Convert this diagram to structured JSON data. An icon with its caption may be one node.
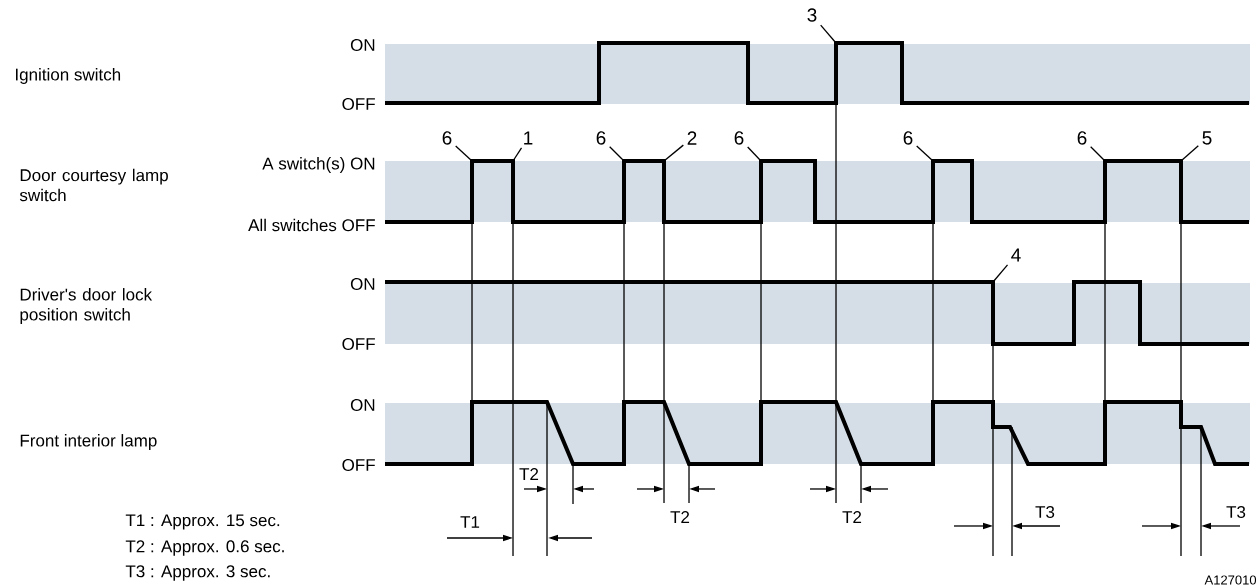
{
  "diagram": {
    "nodes": [
      {
        "text": [
          "3"
        ]
      },
      {
        "text": [
          "6"
        ]
      },
      {
        "text": [
          "1"
        ]
      },
      {
        "text": [
          "6"
        ]
      },
      {
        "text": [
          "2"
        ]
      },
      {
        "text": [
          "6"
        ]
      },
      {
        "text": [
          "6"
        ]
      },
      {
        "text": [
          "6"
        ]
      },
      {
        "text": [
          "5"
        ]
      },
      {
        "text": [
          "4"
        ]
      }
    ],
    "edges": [
      {
        "from": 0,
        "to": null,
        "arrow": "none"
      },
      {
        "from": 1,
        "to": null,
        "arrow": "none"
      },
      {
        "from": 2,
        "to": null,
        "arrow": "none"
      },
      {
        "from": 3,
        "to": null,
        "arrow": "none"
      },
      {
        "from": 4,
        "to": null,
        "arrow": "none"
      },
      {
        "from": 5,
        "to": null,
        "arrow": "none"
      },
      {
        "from": 6,
        "to": null,
        "arrow": "none"
      },
      {
        "from": 7,
        "to": null,
        "arrow": "none"
      },
      {
        "from": 8,
        "to": null,
        "arrow": "none"
      },
      {
        "from": 9,
        "to": null,
        "arrow": "none"
      }
    ],
    "labels": [
      "ON",
      "Ignition switch",
      "OFF",
      "A switch(s) ON",
      "Door courtesy lamp switch",
      "All switches OFF",
      "ON",
      "Driver's door lock position switch",
      "OFF",
      "ON",
      "Front interior lamp",
      "OFF",
      "T2",
      "T1 : Approx. 15 sec.",
      "T1",
      "T2",
      "T2",
      "T3",
      "T3",
      "T2 : Approx. 0.6 sec.",
      "T3 : Approx. 3 sec.",
      "A127010"
    ]
  }
}
